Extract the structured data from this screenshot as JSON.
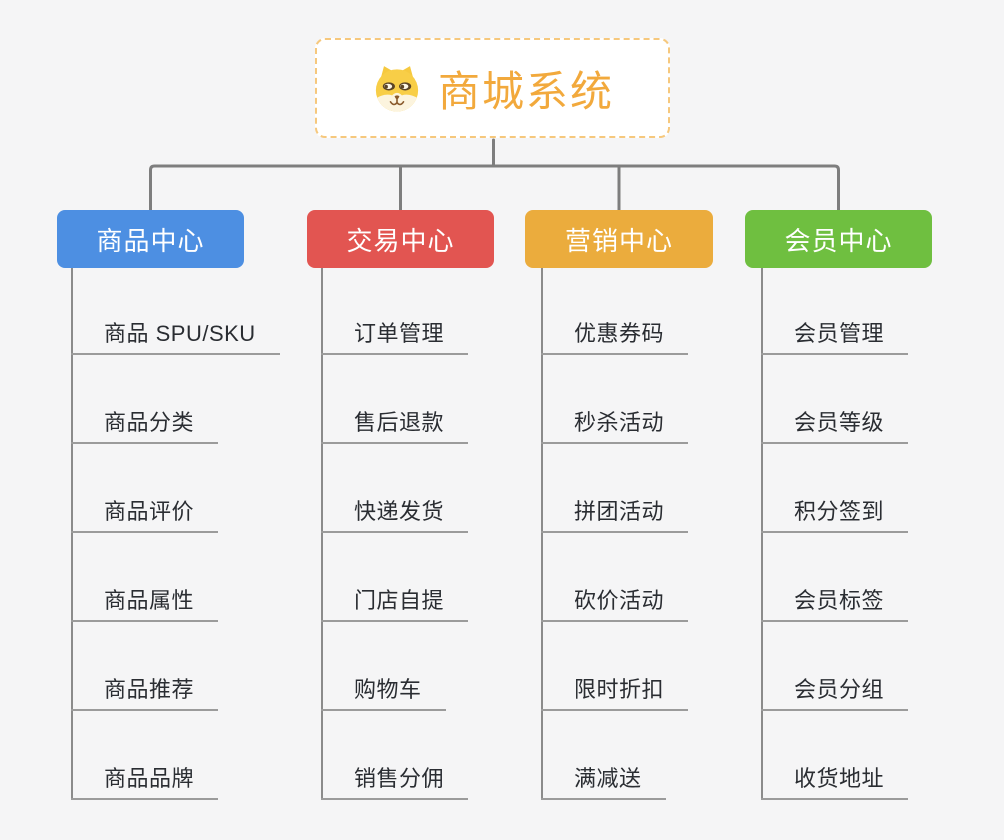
{
  "root": {
    "label": "商城系统",
    "icon": "shiba-dog-icon"
  },
  "branches": [
    {
      "label": "商品中心",
      "color": "#4D8FE2",
      "children": [
        "商品 SPU/SKU",
        "商品分类",
        "商品评价",
        "商品属性",
        "商品推荐",
        "商品品牌"
      ]
    },
    {
      "label": "交易中心",
      "color": "#E25551",
      "children": [
        "订单管理",
        "售后退款",
        "快递发货",
        "门店自提",
        "购物车",
        "销售分佣"
      ]
    },
    {
      "label": "营销中心",
      "color": "#EBAC3D",
      "children": [
        "优惠券码",
        "秒杀活动",
        "拼团活动",
        "砍价活动",
        "限时折扣",
        "满减送"
      ]
    },
    {
      "label": "会员中心",
      "color": "#6FBF40",
      "children": [
        "会员管理",
        "会员等级",
        "积分签到",
        "会员标签",
        "会员分组",
        "收货地址"
      ]
    }
  ],
  "colors": {
    "background": "#F5F5F6",
    "connector": "#7E7E7E",
    "spine": "#8B8B8B",
    "underline": "#9B9B9B",
    "root_border": "#F6C87D",
    "root_text": "#F2A93C",
    "branch_text": "#FFFFFF",
    "child_text": "#2A2D32"
  }
}
